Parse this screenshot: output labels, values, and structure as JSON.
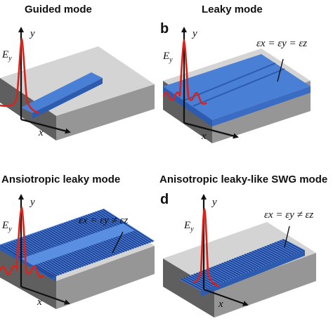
{
  "panels": [
    {
      "id": "a",
      "letter": "",
      "title": "Guided mode",
      "axis_y": "y",
      "axis_x": "x",
      "field_symbol": "E",
      "field_sub": "y",
      "equation": ""
    },
    {
      "id": "b",
      "letter": "b",
      "title": "Leaky mode",
      "axis_y": "y",
      "axis_x": "x",
      "field_symbol": "E",
      "field_sub": "y",
      "equation": "εx = εy = εz"
    },
    {
      "id": "c",
      "letter": "",
      "title": "Ansiotropic leaky mode",
      "axis_y": "y",
      "axis_x": "x",
      "field_symbol": "E",
      "field_sub": "y",
      "equation": "εx = εy ≠ εz"
    },
    {
      "id": "d",
      "letter": "d",
      "title": "Anisotropic leaky-like SWG mode",
      "axis_y": "y",
      "axis_x": "x",
      "field_symbol": "E",
      "field_sub": "y",
      "equation": "εx = εy ≠ εz"
    }
  ],
  "colors": {
    "substrate_top": "#d4d4d4",
    "substrate_left": "#5f5f5f",
    "substrate_right": "#969696",
    "waveguide_top": "#4a7fd6",
    "waveguide_side": "#2d5bb0",
    "grating_dark": "#1e3f8f",
    "field_curve": "#d9231b",
    "axis": "#111111"
  },
  "icons": [
    "y-axis-arrow-icon",
    "x-axis-arrow-icon"
  ]
}
